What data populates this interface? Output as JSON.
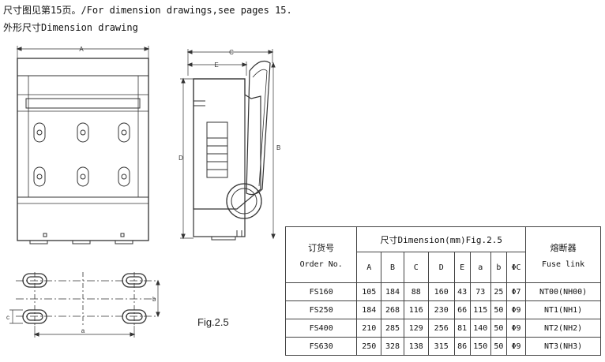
{
  "header": {
    "line1": "尺寸图见第15页。/For dimension drawings,see pages 15.",
    "line2": "外形尺寸Dimension drawing"
  },
  "figure": {
    "caption": "Fig.2.5",
    "labels": {
      "A": "A",
      "C": "C",
      "E": "E",
      "D": "D",
      "B": "B",
      "a": "a",
      "b": "b",
      "c": "c"
    }
  },
  "table": {
    "col_order": "订货号",
    "col_order_en": "Order No.",
    "col_dim": "尺寸Dimension(mm)Fig.2.5",
    "col_fuse": "熔断器",
    "col_fuse_en": "Fuse link",
    "dim_headers": [
      "A",
      "B",
      "C",
      "D",
      "E",
      "a",
      "b",
      "ΦC"
    ],
    "rows": [
      {
        "order": "FS160",
        "A": "105",
        "B": "184",
        "C": "88",
        "D": "160",
        "E": "43",
        "a": "73",
        "b": "25",
        "phiC": "Φ7",
        "fuse": "NT00(NH00)"
      },
      {
        "order": "FS250",
        "A": "184",
        "B": "268",
        "C": "116",
        "D": "230",
        "E": "66",
        "a": "115",
        "b": "50",
        "phiC": "Φ9",
        "fuse": "NT1(NH1)"
      },
      {
        "order": "FS400",
        "A": "210",
        "B": "285",
        "C": "129",
        "D": "256",
        "E": "81",
        "a": "140",
        "b": "50",
        "phiC": "Φ9",
        "fuse": "NT2(NH2)"
      },
      {
        "order": "FS630",
        "A": "250",
        "B": "328",
        "C": "138",
        "D": "315",
        "E": "86",
        "a": "150",
        "b": "50",
        "phiC": "Φ9",
        "fuse": "NT3(NH3)"
      }
    ]
  }
}
